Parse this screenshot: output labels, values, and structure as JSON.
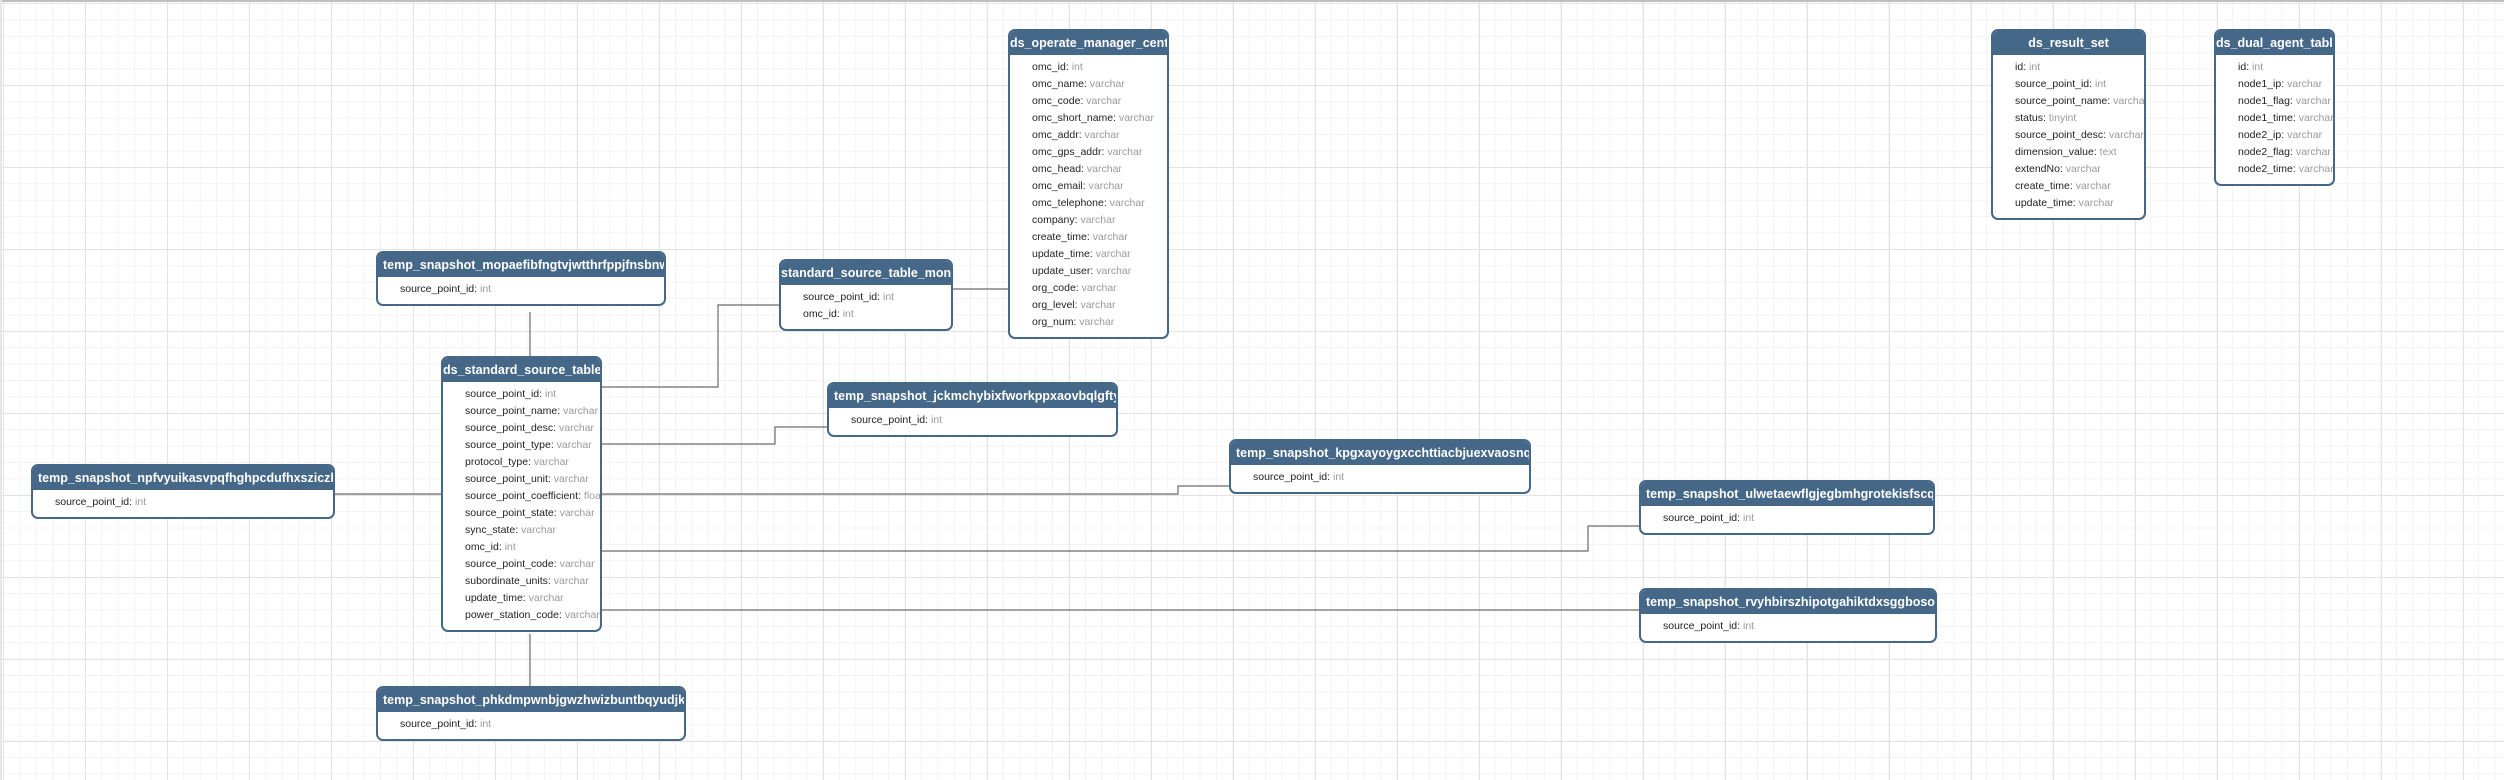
{
  "entities": {
    "ds_operate_manager_centre": {
      "title": "ds_operate_manager_centre",
      "fields": [
        {
          "name": "omc_id",
          "type": "int"
        },
        {
          "name": "omc_name",
          "type": "varchar"
        },
        {
          "name": "omc_code",
          "type": "varchar"
        },
        {
          "name": "omc_short_name",
          "type": "varchar"
        },
        {
          "name": "omc_addr",
          "type": "varchar"
        },
        {
          "name": "omc_gps_addr",
          "type": "varchar"
        },
        {
          "name": "omc_head",
          "type": "varchar"
        },
        {
          "name": "omc_email",
          "type": "varchar"
        },
        {
          "name": "omc_telephone",
          "type": "varchar"
        },
        {
          "name": "company",
          "type": "varchar"
        },
        {
          "name": "create_time",
          "type": "varchar"
        },
        {
          "name": "update_time",
          "type": "varchar"
        },
        {
          "name": "update_user",
          "type": "varchar"
        },
        {
          "name": "org_code",
          "type": "varchar"
        },
        {
          "name": "org_level",
          "type": "varchar"
        },
        {
          "name": "org_num",
          "type": "varchar"
        }
      ]
    },
    "ds_result_set": {
      "title": "ds_result_set",
      "fields": [
        {
          "name": "id",
          "type": "int"
        },
        {
          "name": "source_point_id",
          "type": "int"
        },
        {
          "name": "source_point_name",
          "type": "varchar"
        },
        {
          "name": "status",
          "type": "tinyint"
        },
        {
          "name": "source_point_desc",
          "type": "varchar"
        },
        {
          "name": "dimension_value",
          "type": "text"
        },
        {
          "name": "extendNo",
          "type": "varchar"
        },
        {
          "name": "create_time",
          "type": "varchar"
        },
        {
          "name": "update_time",
          "type": "varchar"
        }
      ]
    },
    "ds_dual_agent_table": {
      "title": "ds_dual_agent_table",
      "fields": [
        {
          "name": "id",
          "type": "int"
        },
        {
          "name": "node1_ip",
          "type": "varchar"
        },
        {
          "name": "node1_flag",
          "type": "varchar"
        },
        {
          "name": "node1_time",
          "type": "varchar"
        },
        {
          "name": "node2_ip",
          "type": "varchar"
        },
        {
          "name": "node2_flag",
          "type": "varchar"
        },
        {
          "name": "node2_time",
          "type": "varchar"
        }
      ]
    },
    "temp_snapshot_mopa": {
      "title": "temp_snapshot_mopaefibfngtvjwtthrfppjfnsbnwyjbfvpb",
      "fields": [
        {
          "name": "source_point_id",
          "type": "int"
        }
      ]
    },
    "standard_source_table_monitor": {
      "title": "standard_source_table_monitor",
      "fields": [
        {
          "name": "source_point_id",
          "type": "int"
        },
        {
          "name": "omc_id",
          "type": "int"
        }
      ]
    },
    "ds_standard_source_table": {
      "title": "ds_standard_source_table",
      "fields": [
        {
          "name": "source_point_id",
          "type": "int"
        },
        {
          "name": "source_point_name",
          "type": "varchar"
        },
        {
          "name": "source_point_desc",
          "type": "varchar"
        },
        {
          "name": "source_point_type",
          "type": "varchar"
        },
        {
          "name": "protocol_type",
          "type": "varchar"
        },
        {
          "name": "source_point_unit",
          "type": "varchar"
        },
        {
          "name": "source_point_coefficient",
          "type": "float"
        },
        {
          "name": "source_point_state",
          "type": "varchar"
        },
        {
          "name": "sync_state",
          "type": "varchar"
        },
        {
          "name": "omc_id",
          "type": "int"
        },
        {
          "name": "source_point_code",
          "type": "varchar"
        },
        {
          "name": "subordinate_units",
          "type": "varchar"
        },
        {
          "name": "update_time",
          "type": "varchar"
        },
        {
          "name": "power_station_code",
          "type": "varchar"
        }
      ]
    },
    "temp_snapshot_jckm": {
      "title": "temp_snapshot_jckmchybixfworkppxaovbqlgftyklznosl",
      "fields": [
        {
          "name": "source_point_id",
          "type": "int"
        }
      ]
    },
    "temp_snapshot_npfv": {
      "title": "temp_snapshot_npfvyuikasvpqfhghpcdufhxsziczhqzvavn",
      "fields": [
        {
          "name": "source_point_id",
          "type": "int"
        }
      ]
    },
    "temp_snapshot_kpgx": {
      "title": "temp_snapshot_kpgxayoygxcchttiacbjuexvaosnqwqjkhaj",
      "fields": [
        {
          "name": "source_point_id",
          "type": "int"
        }
      ]
    },
    "temp_snapshot_ulwe": {
      "title": "temp_snapshot_ulwetaewflgjegbmhgrotekisfscqvyzfkpl",
      "fields": [
        {
          "name": "source_point_id",
          "type": "int"
        }
      ]
    },
    "temp_snapshot_rvyh": {
      "title": "temp_snapshot_rvyhbirszhipotgahiktdxsggbosokmireeq",
      "fields": [
        {
          "name": "source_point_id",
          "type": "int"
        }
      ]
    },
    "temp_snapshot_phkd": {
      "title": "temp_snapshot_phkdmpwnbjgwzhwizbuntbqyudjkirtbswkr",
      "fields": [
        {
          "name": "source_point_id",
          "type": "int"
        }
      ]
    }
  },
  "colors": {
    "header": "#456788",
    "border": "#456788",
    "edge": "#6b6b6b",
    "type_text": "#999999"
  }
}
